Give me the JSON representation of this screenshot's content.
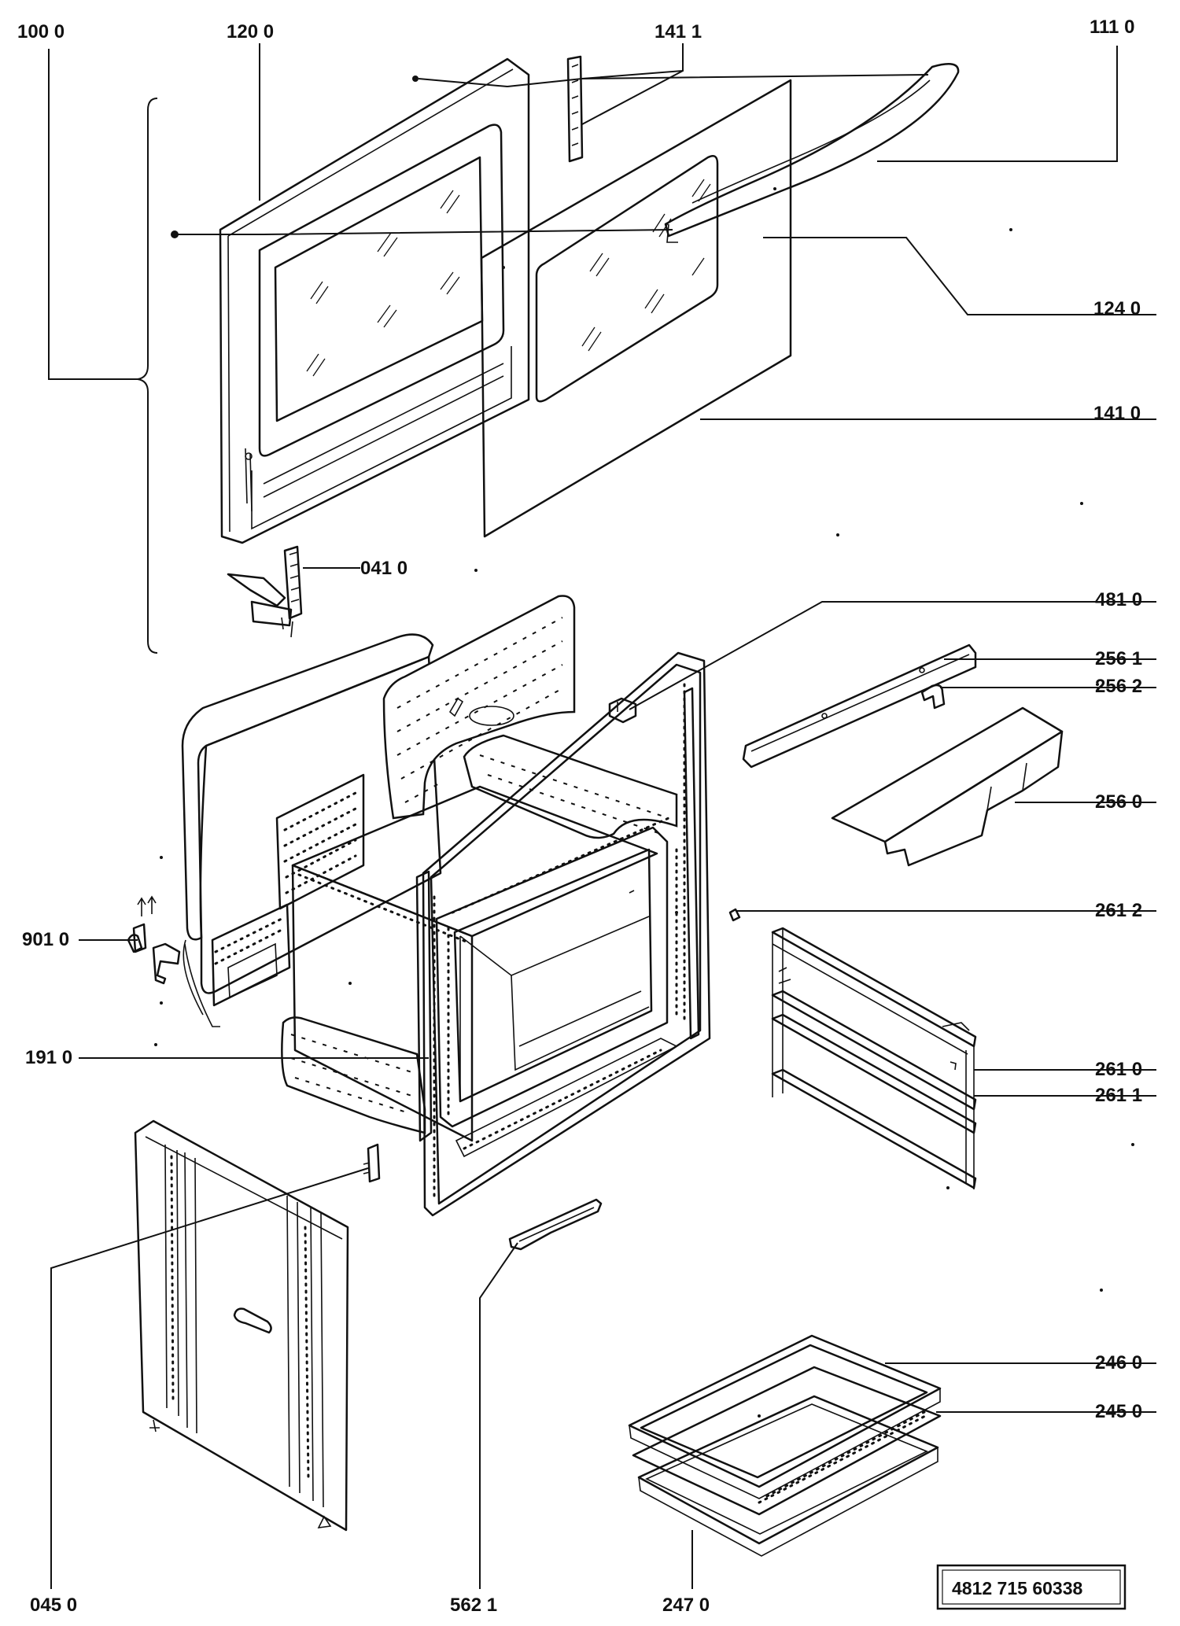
{
  "labels": {
    "l1000": "100 0",
    "l1200": "120  0",
    "l1411": "141 1",
    "l1110": "111 0",
    "l1240": "124 0",
    "l1410": "141 0",
    "l0410": "041 0",
    "l4810": "481 0",
    "l2561": "256 1",
    "l2562": "256 2",
    "l2560": "256 0",
    "l2612": "261 2",
    "l9010": "901 0",
    "l1910": "191 0",
    "l2610": "261 0",
    "l2611": "261 1",
    "l2460": "246 0",
    "l2450": "245 0",
    "l0450": "045 0",
    "l5621": "562 1",
    "l2470": "247  0"
  },
  "doc_number": "4812   715   60338"
}
